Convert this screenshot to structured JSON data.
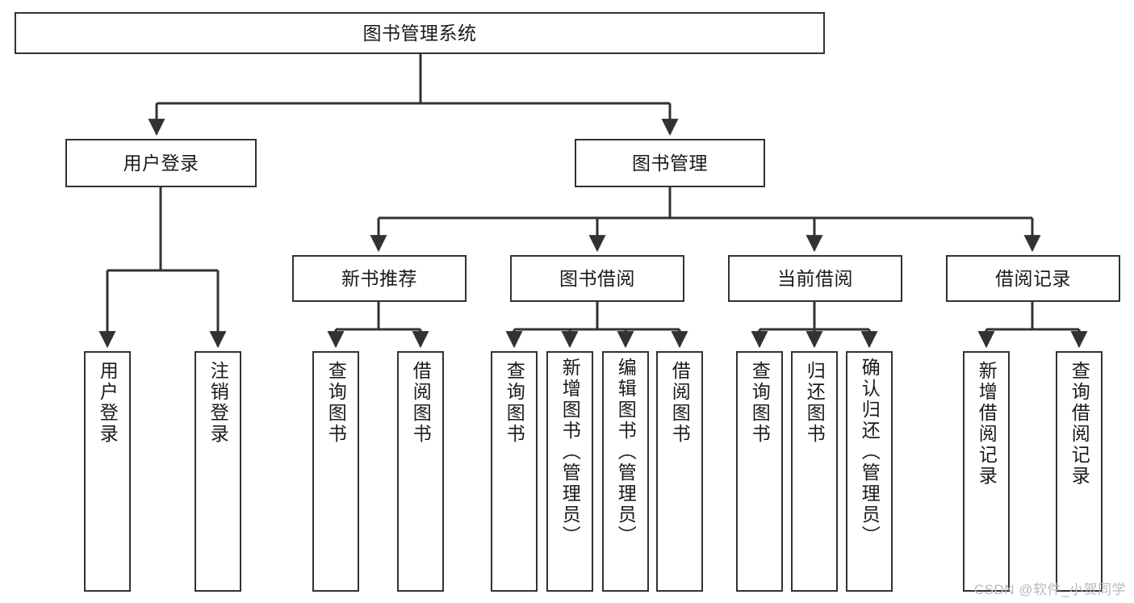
{
  "diagram": {
    "title": "图书管理系统",
    "watermark": "CSDN @软件_小贺同学",
    "stroke_color": "#32322f",
    "fill_color": "#ffffff",
    "text_color": "#1a1a1a",
    "root": {
      "label": "图书管理系统"
    },
    "level2": [
      {
        "label": "用户登录"
      },
      {
        "label": "图书管理"
      }
    ],
    "level3": [
      {
        "label": "新书推荐"
      },
      {
        "label": "图书借阅"
      },
      {
        "label": "当前借阅"
      },
      {
        "label": "借阅记录"
      }
    ],
    "leaves": {
      "user_login": [
        {
          "label": "用户登录"
        },
        {
          "label": "注销登录"
        }
      ],
      "new_book_recommend": [
        {
          "label": "查询图书"
        },
        {
          "label": "借阅图书"
        }
      ],
      "book_borrow": [
        {
          "label": "查询图书"
        },
        {
          "label": "新增图书（管理员）"
        },
        {
          "label": "编辑图书（管理员）"
        },
        {
          "label": "借阅图书"
        }
      ],
      "current_borrow": [
        {
          "label": "查询图书"
        },
        {
          "label": "归还图书"
        },
        {
          "label": "确认归还（管理员）"
        }
      ],
      "borrow_records": [
        {
          "label": "新增借阅记录"
        },
        {
          "label": "查询借阅记录"
        }
      ]
    }
  }
}
